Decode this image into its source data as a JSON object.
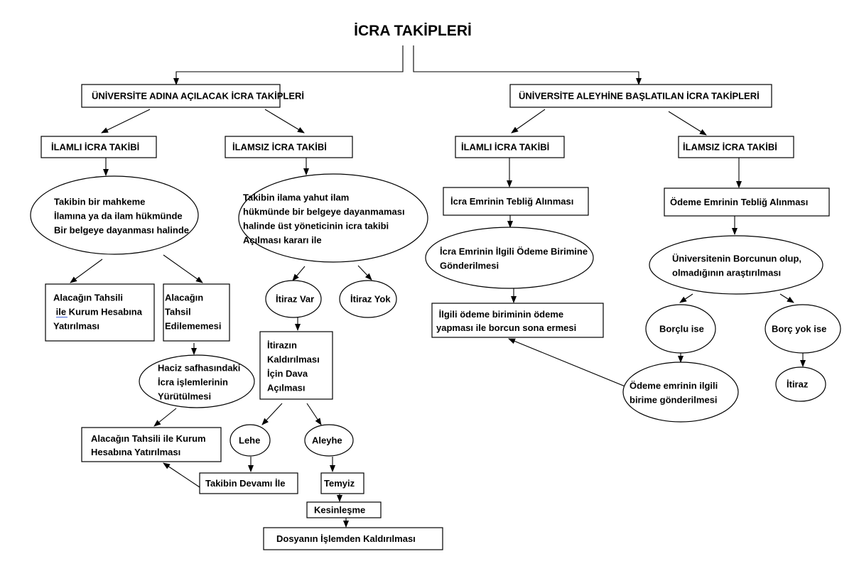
{
  "title": "İCRA TAKİPLERİ",
  "nodes": {
    "left_root": {
      "lines": [
        "ÜNİVERSİTE ADINA AÇILACAK İCRA TAKİPLERİ"
      ]
    },
    "right_root": {
      "lines": [
        "ÜNİVERSİTE ALEYHİNE BAŞLATILAN İCRA TAKİPLERİ"
      ]
    },
    "l_ilamli": {
      "lines": [
        "İLAMLI İCRA TAKİBİ"
      ]
    },
    "l_ilamsiz": {
      "lines": [
        "İLAMSIZ İCRA TAKİBİ"
      ]
    },
    "r_ilamli": {
      "lines": [
        "İLAMLI İCRA TAKİBİ"
      ]
    },
    "r_ilamsiz": {
      "lines": [
        "İLAMSIZ İCRA TAKİBİ"
      ]
    },
    "l_ilamli_cond": {
      "lines": [
        "Takibin bir mahkeme",
        "İlamına ya da ilam hükmünde",
        "Bir belgeye dayanması halinde"
      ]
    },
    "l_ilamsiz_cond": {
      "lines": [
        "Takibin ilama yahut ilam",
        "hükmünde bir belgeye dayanmaması",
        "halinde üst yöneticinin icra takibi",
        "Açılması kararı ile"
      ]
    },
    "tahsil_yatirilma": {
      "lines": [
        "Alacağın Tahsili",
        " ile Kurum Hesabına",
        "Yatırılması"
      ]
    },
    "tahsil_edilememe": {
      "lines": [
        "Alacağın",
        "Tahsil",
        "Edilememesi"
      ]
    },
    "haciz": {
      "lines": [
        "Haciz safhasındaki",
        "İcra işlemlerinin",
        "Yürütülmesi"
      ]
    },
    "tahsil_kurum": {
      "lines": [
        "Alacağın Tahsili ile Kurum",
        "Hesabına Yatırılması"
      ]
    },
    "itiraz_var": {
      "lines": [
        "İtiraz Var"
      ]
    },
    "itiraz_yok": {
      "lines": [
        "İtiraz Yok"
      ]
    },
    "itiraz_dava": {
      "lines": [
        "İtirazın",
        "Kaldırılması",
        "İçin Dava",
        "Açılması"
      ]
    },
    "lehe": {
      "lines": [
        "Lehe"
      ]
    },
    "aleyhe": {
      "lines": [
        "Aleyhe"
      ]
    },
    "takibin_devami": {
      "lines": [
        "Takibin Devamı İle"
      ]
    },
    "temyiz": {
      "lines": [
        "Temyiz"
      ]
    },
    "kesinlesme": {
      "lines": [
        "Kesinleşme"
      ]
    },
    "dosya_kaldirma": {
      "lines": [
        "Dosyanın İşlemden Kaldırılması"
      ]
    },
    "icra_emri_teblig": {
      "lines": [
        "İcra Emrinin Tebliğ Alınması"
      ]
    },
    "icra_emri_gonderme": {
      "lines": [
        "İcra Emrinin İlgili Ödeme Birimine",
        "Gönderilmesi"
      ]
    },
    "odeme_sona": {
      "lines": [
        " İlgili ödeme biriminin ödeme",
        "yapması ile borcun sona ermesi"
      ]
    },
    "odeme_emri_teblig": {
      "lines": [
        "Ödeme Emrinin Tebliğ Alınması"
      ]
    },
    "borc_arastirma": {
      "lines": [
        "Üniversitenin Borcunun olup,",
        "olmadığının araştırılması"
      ]
    },
    "borclu_ise": {
      "lines": [
        "Borçlu ise"
      ]
    },
    "borc_yok_ise": {
      "lines": [
        "Borç yok ise"
      ]
    },
    "odeme_emri_gonderme": {
      "lines": [
        "Ödeme emrinin ilgili",
        "birime gönderilmesi"
      ]
    },
    "itiraz": {
      "lines": [
        "İtiraz"
      ]
    }
  }
}
